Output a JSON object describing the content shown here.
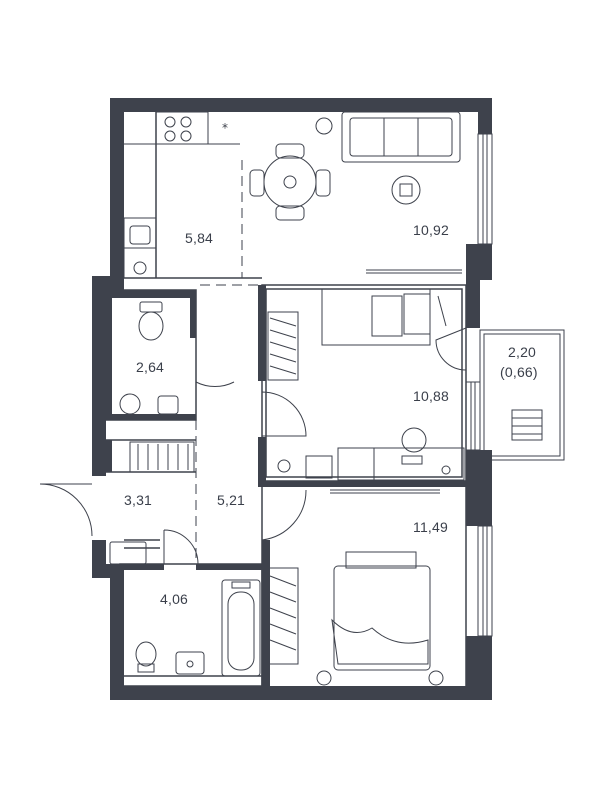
{
  "colors": {
    "wall": "#3e424c",
    "line": "#3e424c",
    "floor": "#ffffff",
    "text": "#3a3f4a"
  },
  "rooms": {
    "kitchen": {
      "area": "5,84"
    },
    "living": {
      "area": "10,92"
    },
    "bathroom_small": {
      "area": "2,64"
    },
    "bedroom_1": {
      "area": "10,88"
    },
    "balcony": {
      "area": "2,20",
      "area_reduced": "(0,66)"
    },
    "entry": {
      "area": "3,31"
    },
    "hall": {
      "area": "5,21"
    },
    "bedroom_2": {
      "area": "11,49"
    },
    "bathroom_large": {
      "area": "4,06"
    }
  },
  "icons": [
    "stove-icon",
    "sink-icon",
    "washer-icon",
    "toilet-icon",
    "bathtub-icon",
    "dining-table-icon",
    "sofa-icon",
    "bed-icon",
    "wardrobe-icon",
    "desk-icon",
    "door-icon",
    "window-icon",
    "ladder-icon",
    "radiator-icon"
  ]
}
